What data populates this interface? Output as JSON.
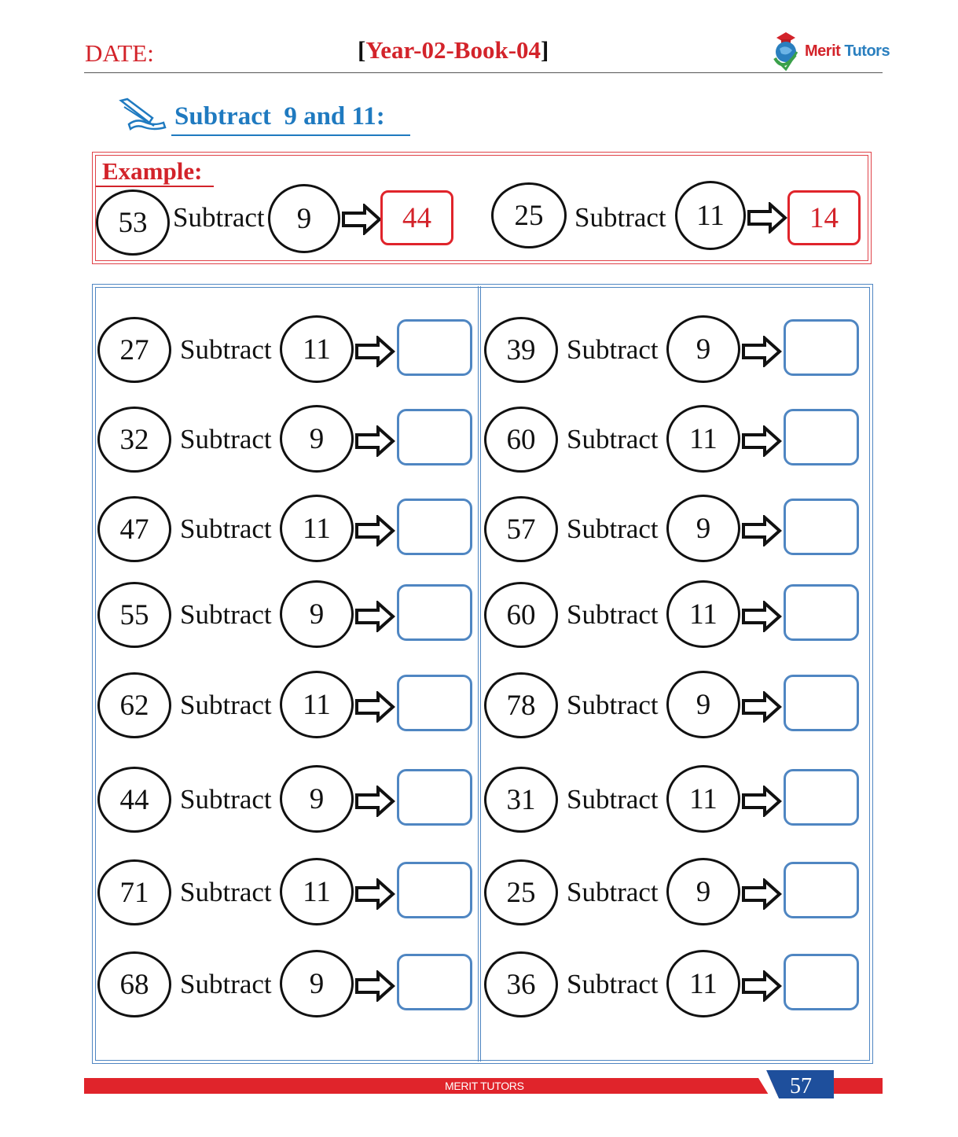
{
  "header": {
    "date_label": "DATE:",
    "book_open": "[",
    "book_title": "Year-02-Book-04",
    "book_close": "]",
    "logo_word1": "Merit",
    "logo_word2": "Tutors"
  },
  "heading": "Subtract  9 and 11:",
  "example": {
    "label": "Example:",
    "items": [
      {
        "number": "53",
        "word": "Subtract",
        "subtract": "9",
        "answer": "44"
      },
      {
        "number": "25",
        "word": "Subtract",
        "subtract": "11",
        "answer": "14"
      }
    ]
  },
  "word": "Subtract",
  "left_column": [
    {
      "number": "27",
      "subtract": "11"
    },
    {
      "number": "32",
      "subtract": "9"
    },
    {
      "number": "47",
      "subtract": "11"
    },
    {
      "number": "55",
      "subtract": "9"
    },
    {
      "number": "62",
      "subtract": "11"
    },
    {
      "number": "44",
      "subtract": "9"
    },
    {
      "number": "71",
      "subtract": "11"
    },
    {
      "number": "68",
      "subtract": "9"
    }
  ],
  "right_column": [
    {
      "number": "39",
      "subtract": "9"
    },
    {
      "number": "60",
      "subtract": "11"
    },
    {
      "number": "57",
      "subtract": "9"
    },
    {
      "number": "60",
      "subtract": "11"
    },
    {
      "number": "78",
      "subtract": "9"
    },
    {
      "number": "31",
      "subtract": "11"
    },
    {
      "number": "25",
      "subtract": "9"
    },
    {
      "number": "36",
      "subtract": "11"
    }
  ],
  "footer": {
    "brand": "MERIT TUTORS",
    "page_number": "57"
  },
  "colors": {
    "red": "#d3232a",
    "blue": "#1f7ac0",
    "box_blue": "#4f86c2"
  }
}
